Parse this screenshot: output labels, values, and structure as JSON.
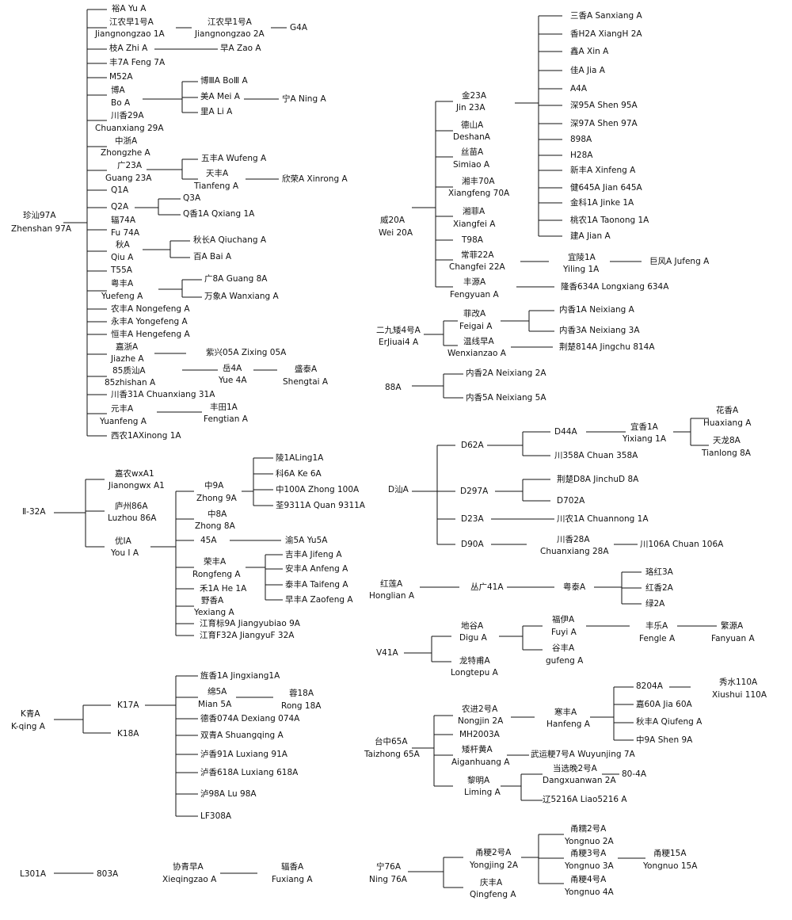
{
  "labels": {
    "L0": "裕A Yu A",
    "L1": "江农早1号A",
    "L2": "Jiangnongzao 1A",
    "L3": "江农早1号A",
    "L4": "Jiangnongzao 2A",
    "L5": "G4A",
    "L6": "枝A Zhi A",
    "L7": "早A Zao A",
    "L8": "丰7A Feng 7A",
    "L9": "M52A",
    "L10": "博ⅢA BoⅢ A",
    "L11": "博A",
    "L12": "Bo A",
    "L13": "美A Mei A",
    "L14": "宁A Ning A",
    "L15": "里A Li A",
    "L16": "川香29A",
    "L17": "Chuanxiang 29A",
    "L18": "中浙A",
    "L19": "Zhongzhe A",
    "L20": "五丰A Wufeng A",
    "L21": "广23A",
    "L22": "Guang 23A",
    "L23": "天丰A",
    "L24": "Tianfeng A",
    "L25": "欣荣A Xinrong A",
    "L26": "Q1A",
    "L27": "Q3A",
    "L28": "Q2A",
    "L29": "Q香1A Qxiang 1A",
    "L30": "珍汕97A",
    "L31": "Zhenshan 97A",
    "L32": "辐74A",
    "L33": "Fu 74A",
    "L34": "秋长A Qiuchang A",
    "L35": "秋A",
    "L36": "Qiu A",
    "L37": "百A Bai A",
    "L38": "T55A",
    "L39": "广8A Guang 8A",
    "L40": "粤丰A",
    "L41": "Yuefeng A",
    "L42": "万象A Wanxiang A",
    "L43": "农丰A Nongefeng A",
    "L44": "永丰A Yongefeng A",
    "L45": "恒丰A Hengefeng A",
    "L46": "嘉浙A",
    "L47": "紫兴05A Zixing 05A",
    "L48": "Jiazhe A",
    "L49": "85质汕A",
    "L50": "岳4A",
    "L51": "盛泰A",
    "L52": "85zhishan A",
    "L53": "Yue 4A",
    "L54": "Shengtai A",
    "L55": "川香31A Chuanxiang 31A",
    "L56": "元丰A",
    "L57": "丰田1A",
    "L58": "Yuanfeng A",
    "L59": "Fengtian A",
    "L60": "西农1AXinong 1A",
    "L61": "三香A Sanxiang A",
    "L62": "香H2A XiangH 2A",
    "L63": "鑫A Xin A",
    "L64": "佳A Jia A",
    "L65": "金23A",
    "L66": "A4A",
    "L67": "Jin 23A",
    "L68": "深95A Shen 95A",
    "L69": "德山A",
    "L70": "深97A Shen 97A",
    "L71": "DeshanA",
    "L72": "898A",
    "L73": "丝苗A",
    "L74": "H28A",
    "L75": "Simiao A",
    "L76": "新丰A Xinfeng A",
    "L77": "湘丰70A",
    "L78": "健645A Jian 645A",
    "L79": "Xiangfeng 70A",
    "L80": "金科1A Jinke 1A",
    "L81": "威20A",
    "L82": "湘菲A",
    "L83": "桃农1A Taonong 1A",
    "L84": "Wei 20A",
    "L85": "Xiangfei A",
    "L86": "建A Jian A",
    "L87": "T98A",
    "L88": "常菲22A",
    "L89": "宜陵1A",
    "L90": "巨风A Jufeng A",
    "L91": "Changfei 22A",
    "L92": "Yiling 1A",
    "L93": "丰源A",
    "L94": "隆香634A Longxiang 634A",
    "L95": "Fengyuan A",
    "L96": "菲改A",
    "L97": "内香1A Neixiang A",
    "L98": "二九矮4号A",
    "L99": "Feigai A",
    "L100": "ErJiuai4 A",
    "L101": "内香3A Neixiang 3A",
    "L102": "温线早A",
    "L103": "荆楚814A Jingchu 814A",
    "L104": "Wenxianzao A",
    "L105": "内香2A Neixiang 2A",
    "L106": "88A",
    "L107": "内香5A Neixiang 5A",
    "L108": "嘉农wxA1",
    "L109": "Jianongwx A1",
    "L110": "陵1ALing1A",
    "L111": "中9A",
    "L112": "科6A Ke 6A",
    "L113": "Zhong 9A",
    "L114": "中100A Zhong 100A",
    "L115": "庐州86A",
    "L116": "荃9311A Quan 9311A",
    "L117": "Ⅱ-32A",
    "L118": "Luzhou 86A",
    "L119": "中8A",
    "L120": "Zhong 8A",
    "L121": "45A",
    "L122": "渝5A Yu5A",
    "L123": "优ⅠA",
    "L124": "You Ⅰ A",
    "L125": "吉丰A Jifeng A",
    "L126": "荣丰A",
    "L127": "Rongfeng A",
    "L128": "安丰A Anfeng A",
    "L129": "禾1A He 1A",
    "L130": "泰丰A Taifeng A",
    "L131": "野香A",
    "L132": "早丰A Zaofeng A",
    "L133": "Yexiang A",
    "L134": "江育标9A Jiangyubiao 9A",
    "L135": "江育F32A JiangyuF 32A",
    "L136": "D44A",
    "L137": "宜香1A",
    "L138": "花香A",
    "L139": "D62A",
    "L140": "Yixiang 1A",
    "L141": "Huaxiang A",
    "L142": "天龙8A",
    "L143": "川358A Chuan 358A",
    "L144": "Tianlong 8A",
    "L145": "荆楚D8A JinchuD 8A",
    "L146": "D汕A",
    "L147": "D297A",
    "L148": "D702A",
    "L149": "D23A",
    "L150": "川农1A Chuannong 1A",
    "L151": "川香28A",
    "L152": "D90A",
    "L153": "川106A Chuan 106A",
    "L154": "Chuanxiang 28A",
    "L155": "珞红3A",
    "L156": "红莲A",
    "L157": "丛广41A",
    "L158": "粤泰A",
    "L159": "红香2A",
    "L160": "Honglian A",
    "L161": "绿2A",
    "L162": "福伊A",
    "L163": "地谷A",
    "L164": "丰乐A",
    "L165": "繁源A",
    "L166": "Fuyi A",
    "L167": "Digu A",
    "L168": "Fengle A",
    "L169": "Fanyuan A",
    "L170": "V41A",
    "L171": "谷丰A",
    "L172": "gufeng A",
    "L173": "龙特甫A",
    "L174": "Longtepu A",
    "L175": "旌香1A Jingxiang1A",
    "L176": "绵5A",
    "L177": "蓉18A",
    "L178": "Mian 5A",
    "L179": "Rong 18A",
    "L180": "K青A",
    "L181": "K17A",
    "L182": "德香074A Dexiang 074A",
    "L183": "K-qing A",
    "L184": "双青A Shuangqing A",
    "L185": "K18A",
    "L186": "泸香91A Luxiang 91A",
    "L187": "泸香618A Luxiang 618A",
    "L188": "泸98A Lu 98A",
    "L189": "LF308A",
    "L190": "8204A",
    "L191": "秀水110A",
    "L192": "Xiushui 110A",
    "L193": "农进2号A",
    "L194": "嘉60A Jia 60A",
    "L195": "寒丰A",
    "L196": "Nongjin 2A",
    "L197": "Hanfeng A",
    "L198": "秋丰A Qiufeng A",
    "L199": "台中65A",
    "L200": "MH2003A",
    "L201": "中9A Shen 9A",
    "L202": "Taizhong 65A",
    "L203": "矮杆黄A",
    "L204": "武运粳7号A Wuyunjing 7A",
    "L205": "Aiganhuang A",
    "L206": "当选晚2号A",
    "L207": "黎明A",
    "L208": "80-4A",
    "L209": "Liming A",
    "L210": "Dangxuanwan 2A",
    "L211": "辽5216A Liao5216 A",
    "L212": "甬糯2号A",
    "L213": "Yongnuo 2A",
    "L214": "甬粳2号A",
    "L215": "甬粳3号A",
    "L216": "甬粳15A",
    "L217": "宁76A",
    "L218": "Yongjing 2A",
    "L219": "Yongnuo 3A",
    "L220": "Yongnuo 15A",
    "L221": "Ning 76A",
    "L222": "甬粳4号A",
    "L223": "庆丰A",
    "L224": "Yongnuo 4A",
    "L225": "Qingfeng A",
    "L226": "L301A",
    "L227": "803A",
    "L228": "协青早A",
    "L229": "辐香A",
    "L230": "Xieqingzao A",
    "L231": "Fuxiang A"
  }
}
